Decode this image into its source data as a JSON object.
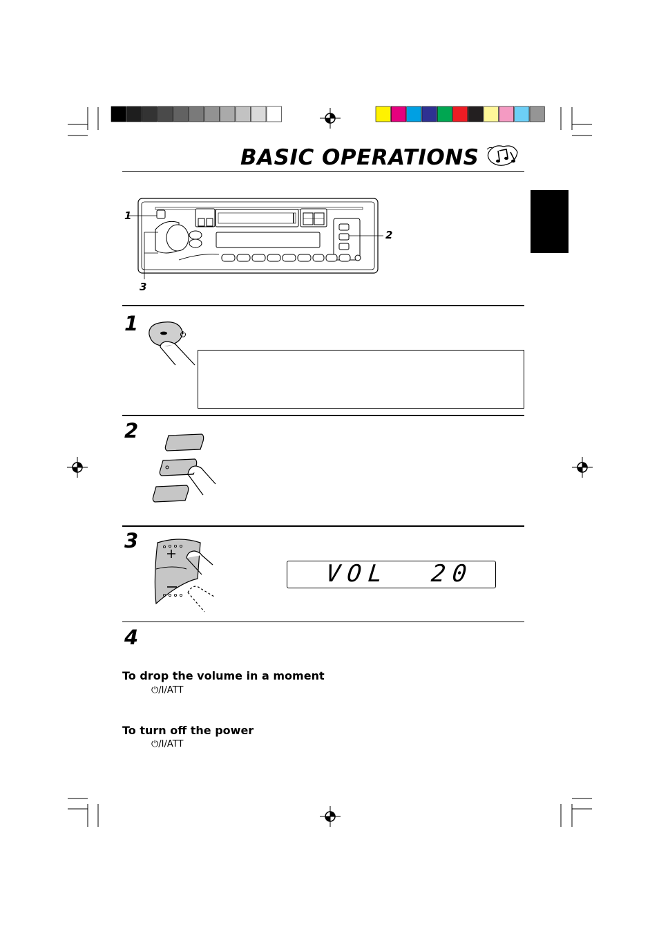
{
  "page": {
    "title": "BASIC OPERATIONS",
    "callouts": [
      "1",
      "2",
      "3"
    ],
    "steps": [
      "1",
      "2",
      "3",
      "4"
    ],
    "display_text": "VOL  20",
    "sections": [
      {
        "heading": "To drop the volume in a moment",
        "button_label": "⏻/I/ATT"
      },
      {
        "heading": "To turn off the power",
        "button_label": "⏻/I/ATT"
      }
    ],
    "icons": [
      "registration-mark-icon",
      "music-note-icon",
      "power-icon",
      "hand-pointer-icon"
    ]
  },
  "colors": {
    "gray_bar": [
      "#000000",
      "#1e1e1e",
      "#333333",
      "#4a4a4a",
      "#626262",
      "#7a7a7a",
      "#929292",
      "#aaaaaa",
      "#c2c2c2",
      "#dadada",
      "#ffffff"
    ],
    "color_bar": [
      "#fff200",
      "#e6007e",
      "#00a0e3",
      "#2e3192",
      "#00a651",
      "#ed1c24",
      "#231f20",
      "#fff799",
      "#f49ac2",
      "#6dcff6",
      "#959595"
    ]
  }
}
